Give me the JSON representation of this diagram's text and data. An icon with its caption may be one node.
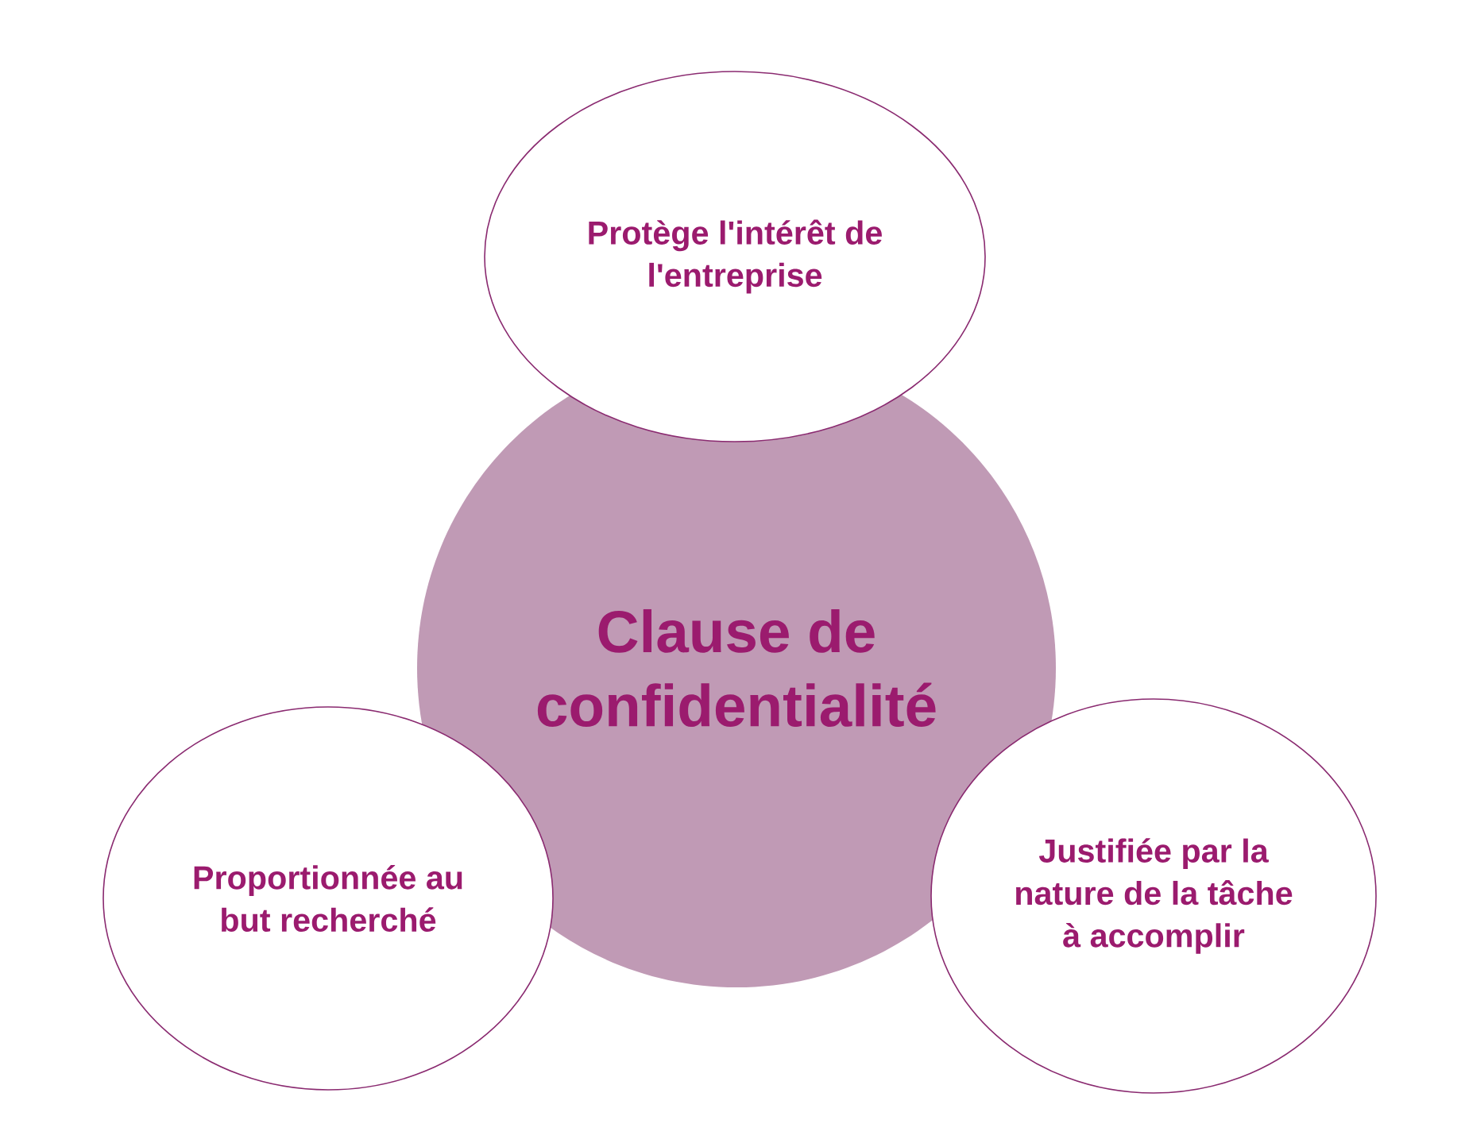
{
  "diagram": {
    "nodes": [
      {
        "text": [
          "Protège l'intérêt de l'entreprise"
        ]
      },
      {
        "text": [
          "Clause de confidentialité"
        ]
      },
      {
        "text": [
          "Proportionnée au but recherché"
        ]
      },
      {
        "text": [
          "Justifiée par la nature de la tâche à accomplir"
        ]
      }
    ]
  }
}
